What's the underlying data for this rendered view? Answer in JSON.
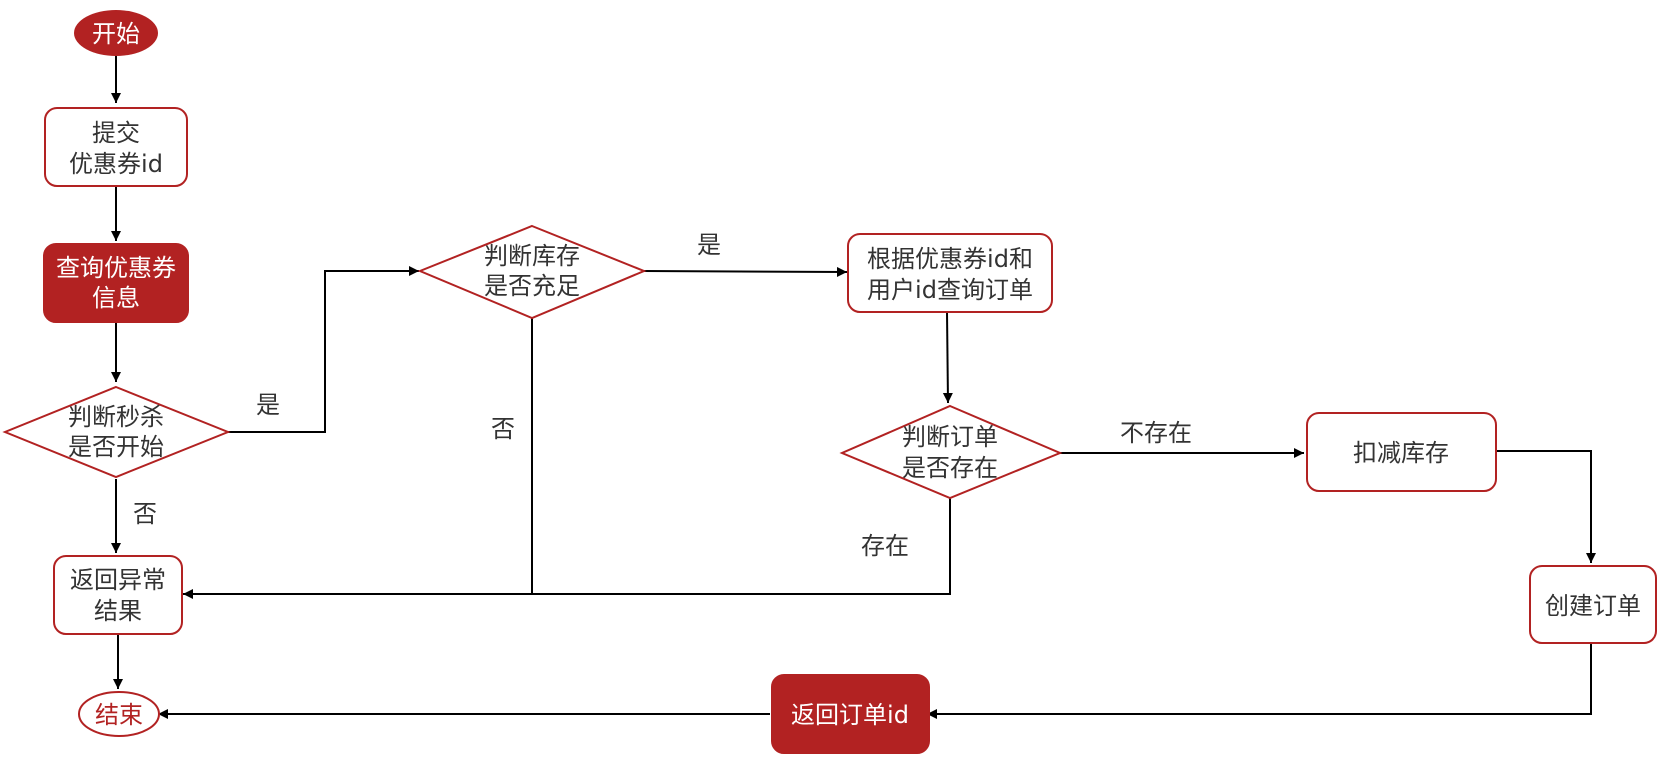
{
  "colors": {
    "primary": "#b22222",
    "border": "#b22222",
    "text_dark": "#333333",
    "text_light": "#ffffff",
    "edge": "#000000"
  },
  "nodes": {
    "start": "开始",
    "submit_line1": "提交",
    "submit_line2": "优惠券id",
    "query_coupon_line1": "查询优惠券",
    "query_coupon_line2": "信息",
    "check_started_line1": "判断秒杀",
    "check_started_line2": "是否开始",
    "check_stock_line1": "判断库存",
    "check_stock_line2": "是否充足",
    "query_order_line1": "根据优惠券id和",
    "query_order_line2": "用户id查询订单",
    "check_order_line1": "判断订单",
    "check_order_line2": "是否存在",
    "deduct_stock": "扣减库存",
    "create_order": "创建订单",
    "return_order_id": "返回订单id",
    "return_error_line1": "返回异常",
    "return_error_line2": "结果",
    "end": "结束"
  },
  "edge_labels": {
    "started_yes": "是",
    "started_no": "否",
    "stock_yes": "是",
    "stock_no": "否",
    "order_not_exists": "不存在",
    "order_exists": "存在"
  }
}
